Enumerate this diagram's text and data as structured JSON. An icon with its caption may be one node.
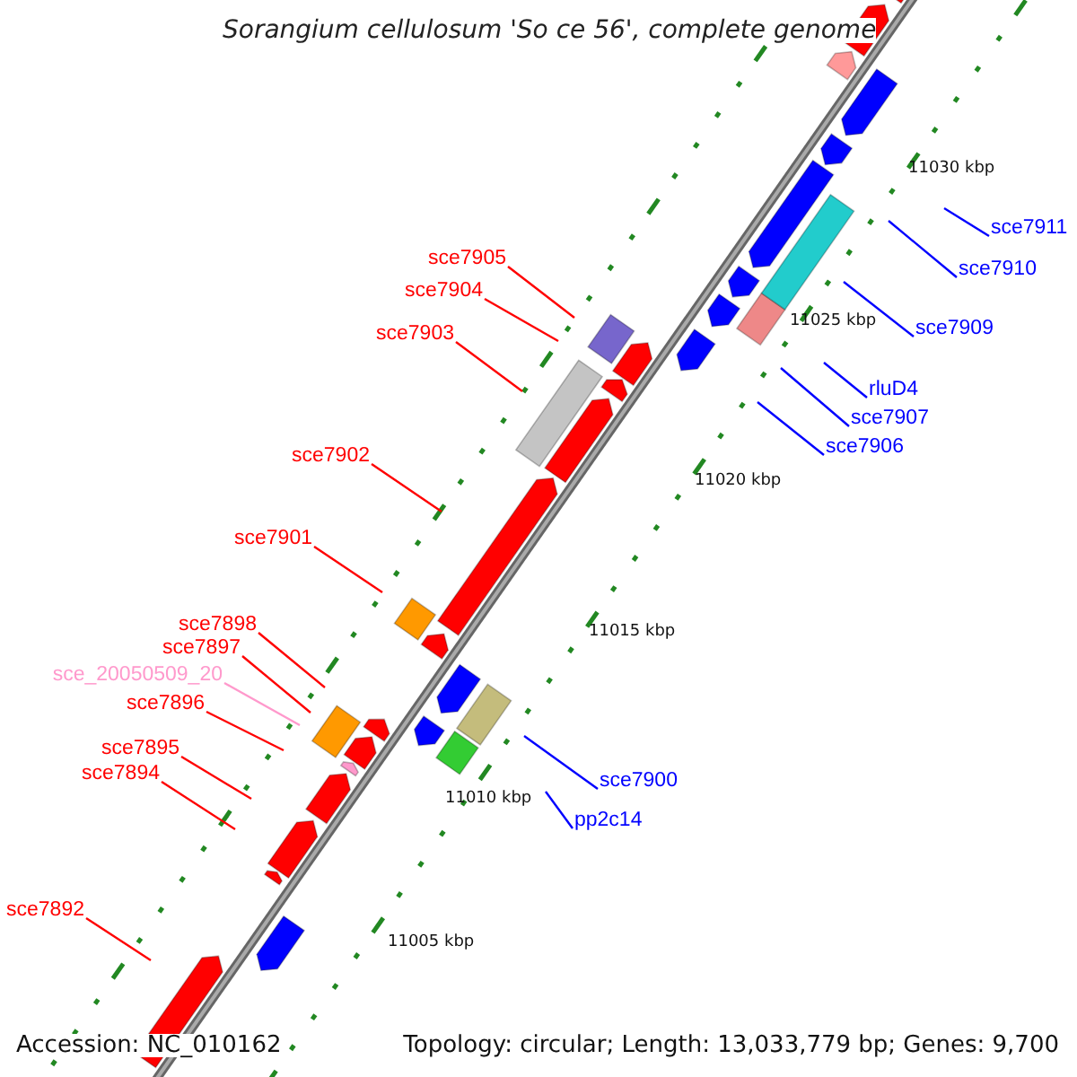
{
  "diagram": {
    "title": "Sorangium cellulosum 'So ce 56', complete genome",
    "nodes": [
      {
        "text": [
          "sce7911"
        ]
      },
      {
        "text": [
          "sce7905"
        ]
      },
      {
        "text": [
          "sce7910"
        ]
      },
      {
        "text": [
          "sce7904"
        ]
      },
      {
        "text": [
          "sce7909"
        ]
      },
      {
        "text": [
          "sce7903"
        ]
      },
      {
        "text": [
          "rluD4"
        ]
      },
      {
        "text": [
          "sce7907"
        ]
      },
      {
        "text": [
          "sce7906"
        ]
      },
      {
        "text": [
          "sce7902"
        ]
      },
      {
        "text": [
          "sce7901"
        ]
      },
      {
        "text": [
          "sce7898"
        ]
      },
      {
        "text": [
          "sce7897"
        ]
      },
      {
        "text": [
          "sce_20050509_20"
        ]
      },
      {
        "text": [
          "sce7896"
        ]
      },
      {
        "text": [
          "sce7895"
        ]
      },
      {
        "text": [
          "sce7894"
        ]
      },
      {
        "text": [
          "sce7900"
        ]
      },
      {
        "text": [
          "pp2c14"
        ]
      },
      {
        "text": [
          "sce7892"
        ]
      }
    ],
    "edges": [
      {
        "from": 0,
        "to": null,
        "arrow": "none",
        "color": "#0000ff"
      },
      {
        "from": 1,
        "to": null,
        "arrow": "none"
      },
      {
        "from": 2,
        "to": null,
        "arrow": "none",
        "color": "#0000ff"
      },
      {
        "from": 3,
        "to": null,
        "arrow": "none"
      },
      {
        "from": 4,
        "to": null,
        "arrow": "none",
        "color": "#0000ff"
      },
      {
        "from": 5,
        "to": null,
        "arrow": "none"
      },
      {
        "from": 6,
        "to": null,
        "arrow": "none",
        "color": "#0000ff"
      },
      {
        "from": 7,
        "to": null,
        "arrow": "none",
        "color": "#0000ff"
      },
      {
        "from": 8,
        "to": null,
        "arrow": "none",
        "color": "#0000ff"
      },
      {
        "from": 9,
        "to": null,
        "arrow": "none"
      },
      {
        "from": 10,
        "to": null,
        "arrow": "none"
      },
      {
        "from": 11,
        "to": null,
        "arrow": "none"
      },
      {
        "from": 12,
        "to": null,
        "arrow": "none"
      },
      {
        "from": 13,
        "to": null,
        "arrow": "none",
        "color": "#ff99cc"
      },
      {
        "from": 14,
        "to": null,
        "arrow": "none"
      },
      {
        "from": 15,
        "to": null,
        "arrow": "none"
      },
      {
        "from": 16,
        "to": null,
        "arrow": "none"
      },
      {
        "from": 17,
        "to": null,
        "arrow": "none",
        "color": "#0000ff"
      },
      {
        "from": 18,
        "to": null,
        "arrow": "none",
        "color": "#0000ff"
      },
      {
        "from": 19,
        "to": null,
        "arrow": "none"
      }
    ],
    "labels": [
      "11030 kbp",
      "11025 kbp",
      "11020 kbp",
      "11015 kbp",
      "11010 kbp",
      "11005 kbp",
      "Accession: NC_010162",
      "Topology: circular; Length: 13,033,779 bp; Genes: 9,700"
    ]
  }
}
